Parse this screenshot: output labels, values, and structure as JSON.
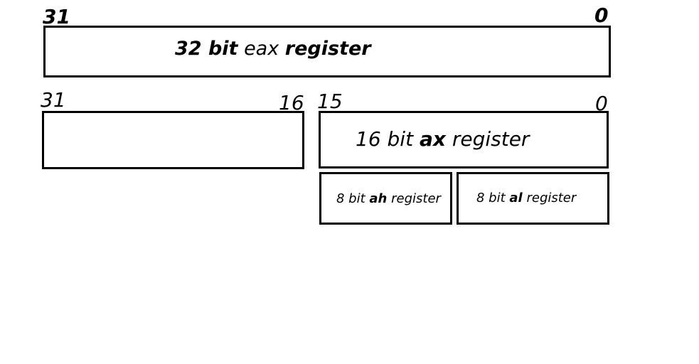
{
  "eax": {
    "bit_high": "31",
    "bit_low": "0",
    "label_size": "32 bit",
    "label_name": "eax",
    "label_suffix": "register"
  },
  "eax_upper": {
    "bit_high": "31",
    "bit_low": "16"
  },
  "ax": {
    "bit_high": "15",
    "bit_low": "0",
    "label_size": "16 bit",
    "label_name": "ax",
    "label_suffix": "register"
  },
  "ah": {
    "label_size": "8 bit",
    "label_name": "ah",
    "label_suffix": "register"
  },
  "al": {
    "label_size": "8 bit",
    "label_name": "al",
    "label_suffix": "register"
  }
}
